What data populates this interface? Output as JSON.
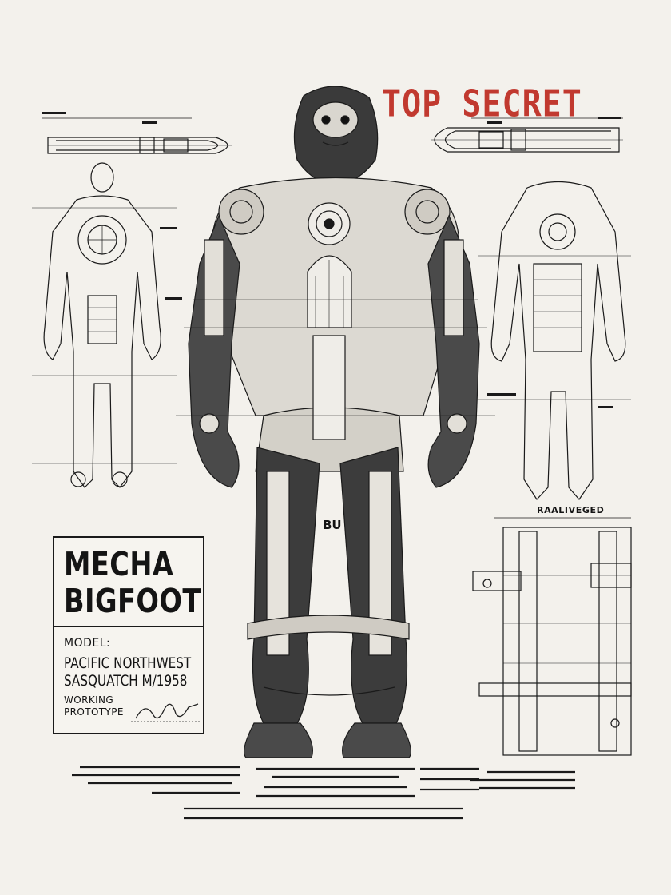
{
  "stamp": "TOP SECRET",
  "title": {
    "line1": "MECHA",
    "line2": "BIGFOOT"
  },
  "model_label": "MODEL:",
  "model_value": {
    "line1": "PACIFIC NORTHWEST",
    "line2": "SASQUATCH M/1958"
  },
  "status": {
    "line1": "WORKING",
    "line2": "PROTOTYPE"
  },
  "detail_header": "RAALIVEGED",
  "chest_marking": "BU",
  "colors": {
    "paper": "#f3f1ec",
    "ink": "#141414",
    "stamp_red": "#c1392f"
  }
}
